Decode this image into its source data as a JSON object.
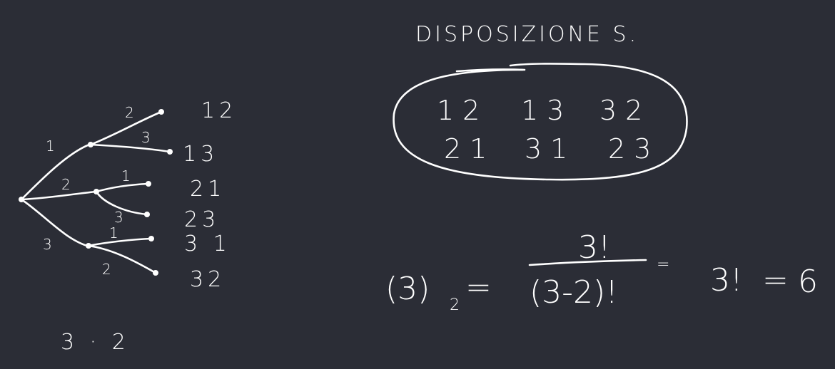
{
  "title": "DISPOSIZIONE S.",
  "tree": {
    "root_labels": [
      "1",
      "2",
      "3"
    ],
    "branch_labels": {
      "from_1": [
        "2",
        "3"
      ],
      "from_2": [
        "1",
        "3"
      ],
      "from_3": [
        "1",
        "2"
      ]
    },
    "results": [
      "12",
      "13",
      "21",
      "23",
      "3 1",
      "32"
    ]
  },
  "product": "3 · 2",
  "enumeration": {
    "row1": [
      "12",
      "13",
      "32"
    ],
    "row2": [
      "21",
      "31",
      "23"
    ]
  },
  "formula": {
    "lhs": "(3)",
    "lhs_subscript": "2",
    "equals": "=",
    "numerator": "3!",
    "denominator": "(3-2)!",
    "simplified": "3!",
    "result": "6"
  },
  "colors": {
    "background": "#2b2d36",
    "ink": "#ffffff"
  }
}
